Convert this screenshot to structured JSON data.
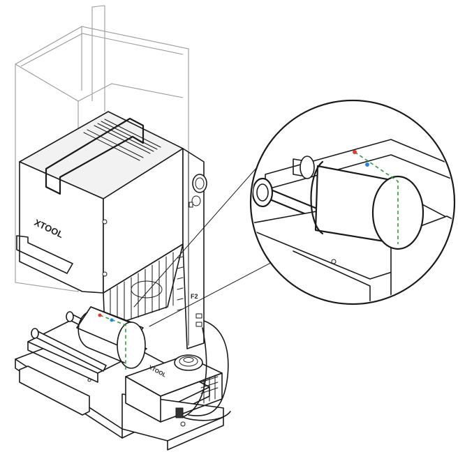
{
  "diagram": {
    "brand_label": "XTOOL",
    "module_label": "XTOOL",
    "side_badge": "F2",
    "colors": {
      "line": "#1a1a1a",
      "glass": "#9a9a9a",
      "marker_dashed": "#2e9a3c",
      "dot_red": "#e53935",
      "dot_blue": "#1e88e5"
    },
    "icons": [
      "laser-engraver-icon",
      "rotary-roller-icon",
      "magnifier-icon",
      "cylinder-workpiece-icon"
    ]
  }
}
